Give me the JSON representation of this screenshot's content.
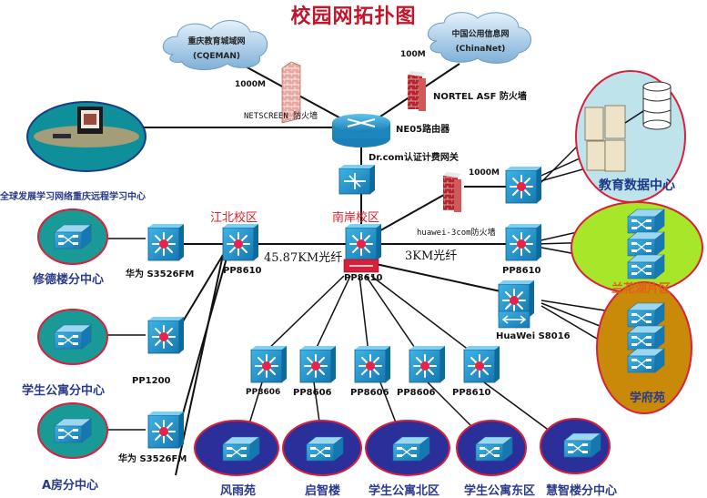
{
  "title": "校园网拓扑图",
  "colors": {
    "title": "#c0162b",
    "campus_label": "#e0202b",
    "center_label": "#2a3a8c",
    "switch_blue": "#1e90c8",
    "switch_center": "#e8234a",
    "teal_ellipse": "#1a9a96",
    "navy_ellipse": "#2a2f9a",
    "green_ellipse": "#a8e62a",
    "gold_ellipse": "#c98a0a",
    "datacenter_ellipse": "#bfe3ea",
    "ellipse_border": "#d8203a"
  },
  "clouds": [
    {
      "id": "cqeman",
      "name": "重庆教育城域网",
      "sub": "(CQEMAN)"
    },
    {
      "id": "chinanet",
      "name": "中国公用信息网",
      "sub": "(ChinaNet)"
    }
  ],
  "links": {
    "cqeman_speed": "1000M",
    "chinanet_speed": "100M",
    "datacenter_speed": "1000M",
    "fiber_jiangbei": "45.87KM光纤",
    "fiber_lanhua": "3KM光纤"
  },
  "devices": {
    "netscreen_fw": "NETSCREEN  防火墙",
    "nortel_fw": "NORTEL ASF 防火墙",
    "router": "NE05路由器",
    "gateway": "Dr.com认证计费网关",
    "huawei_3com_fw": "huawei-3com防火墙",
    "core_nanan": "PP8610",
    "core_jiangbei": "PP8610",
    "lanhua_switch": "PP8610",
    "huawei_s8016": "HuaWei S8016",
    "xiude_switch": "华为  S3526FM",
    "apartment_switch": "PP1200",
    "afang_switch": "华为  S3526FM",
    "dist_switches": [
      "PP8606",
      "PP8606",
      "PP8606",
      "PP8606",
      "PP8610"
    ]
  },
  "campuses": {
    "jiangbei": "江北校区",
    "nanan": "南岸校区"
  },
  "centers": {
    "remote_learning": "全球发展学习网络重庆远程学习中心",
    "xiude": "修德楼分中心",
    "apartment": "学生公寓分中心",
    "afang": "A房分中心",
    "datacenter": "教育数据中心",
    "lanhua": "兰花湖片区",
    "xuefu": "学府苑",
    "bottom": [
      "风雨苑",
      "启智楼",
      "学生公寓北区",
      "学生公寓东区",
      "慧智楼分中心"
    ]
  }
}
